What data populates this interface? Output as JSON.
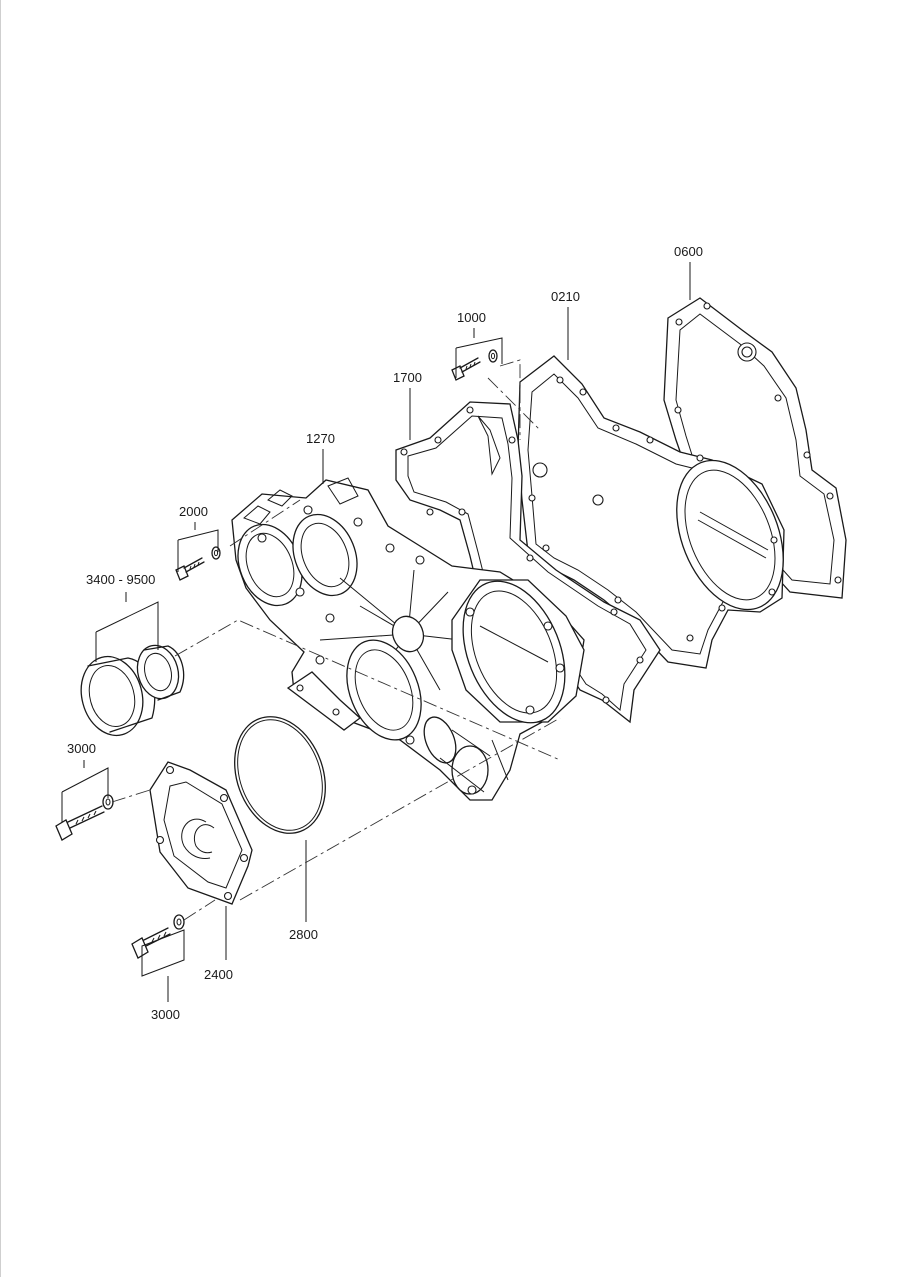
{
  "labels": {
    "l0600": "0600",
    "l0210": "0210",
    "l1000": "1000",
    "l1700": "1700",
    "l1270": "1270",
    "l2000": "2000",
    "l3400": "3400 - 9500",
    "l3000a": "3000",
    "l3000b": "3000",
    "l2400": "2400",
    "l2800": "2800"
  },
  "icons": [
    "bolt-icon",
    "washer-icon",
    "oil-seal-icon",
    "o-ring-icon"
  ],
  "colors": {
    "line": "#1a1a1a",
    "background": "#ffffff"
  }
}
